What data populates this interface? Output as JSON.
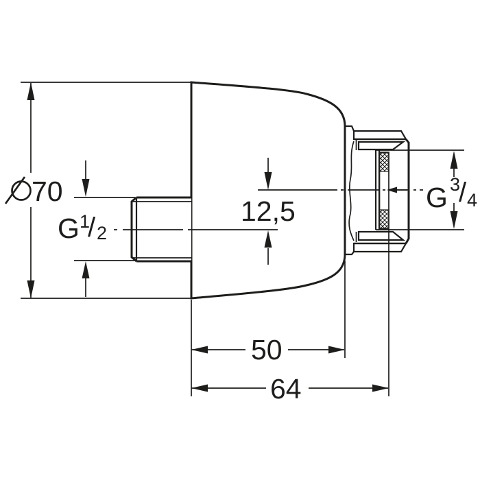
{
  "colors": {
    "background": "#ffffff",
    "line": "#1d1d1b"
  },
  "drawing": {
    "diameter": {
      "symbol": "Ø",
      "value": "70"
    },
    "thread_left": {
      "letter": "G",
      "numerator": "1",
      "slash": "/",
      "denominator": "2"
    },
    "thread_right": {
      "letter": "G",
      "numerator": "3",
      "slash": "/",
      "denominator": "4"
    },
    "center_offset": "12,5",
    "depth": "50",
    "overall_length": "64"
  }
}
